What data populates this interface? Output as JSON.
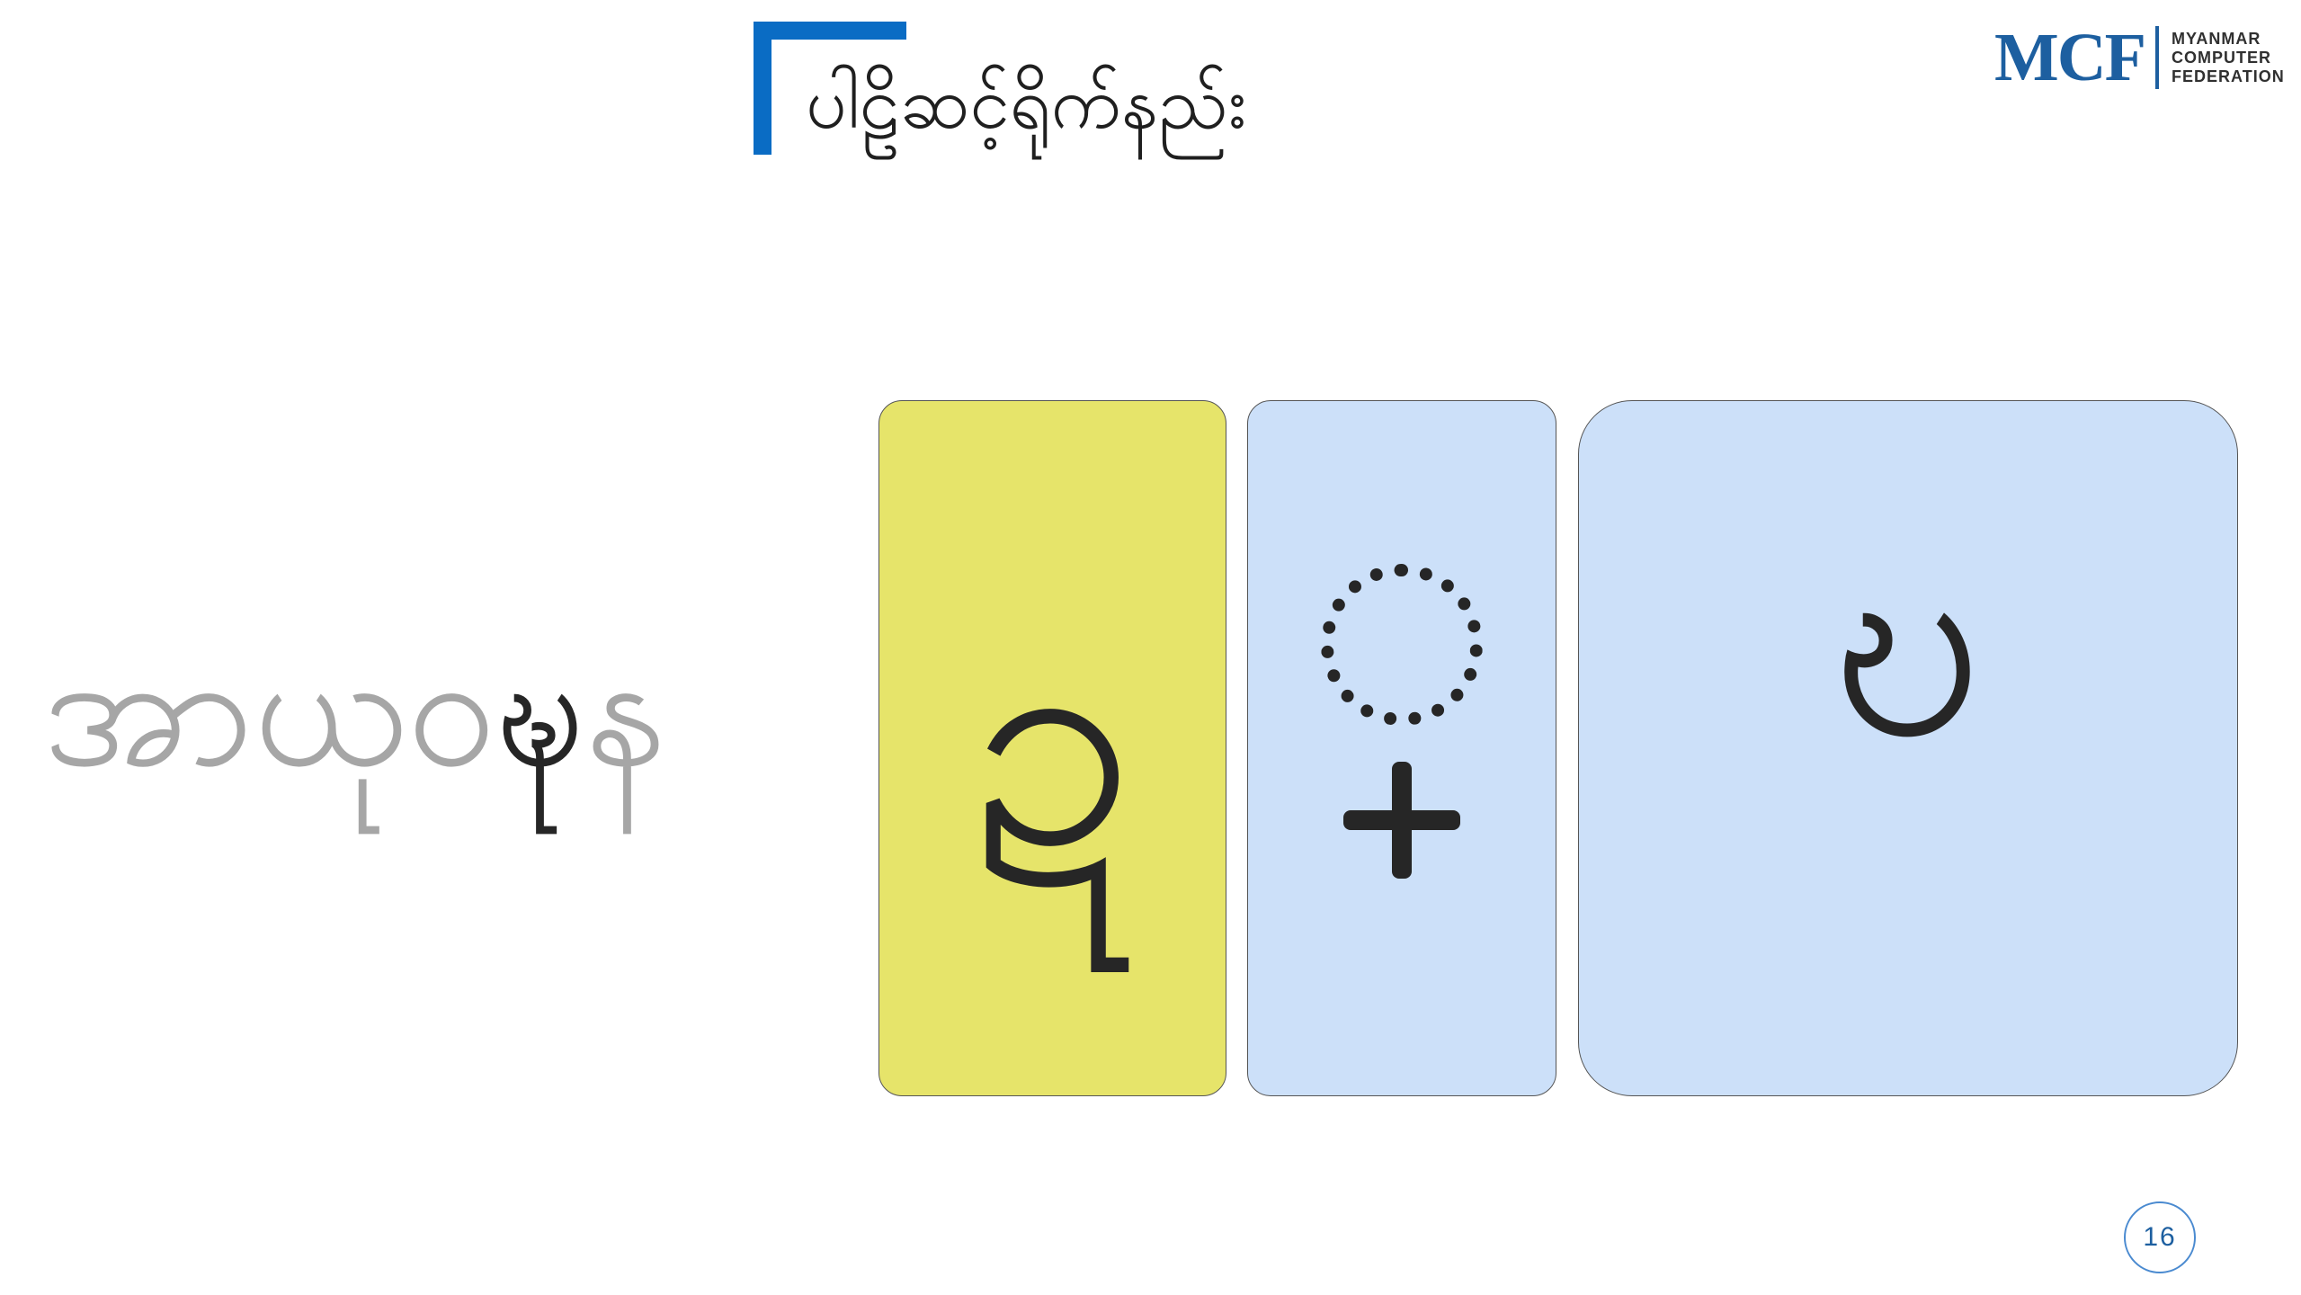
{
  "slide": {
    "title": "ပါဠိဆင့်ရိုက်နည်း",
    "page_number": "16"
  },
  "logo": {
    "mark": "MCF",
    "lines": [
      "MYANMAR",
      "COMPUTER",
      "FEDERATION"
    ]
  },
  "word": {
    "before": "အာယုဝ",
    "highlight": "ဍ္ဎ",
    "after": "န"
  },
  "panels": {
    "first_glyph": "ဍ",
    "middle_glyph_icon": "dotted-circle-with-plus-icon",
    "last_glyph": "ဎ"
  },
  "colors": {
    "accent": "#0a6cc4",
    "panel_yellow": "#e6e46a",
    "panel_blue": "#cce0f9",
    "text_dim": "#a6a6a6",
    "text_dark": "#262626"
  }
}
